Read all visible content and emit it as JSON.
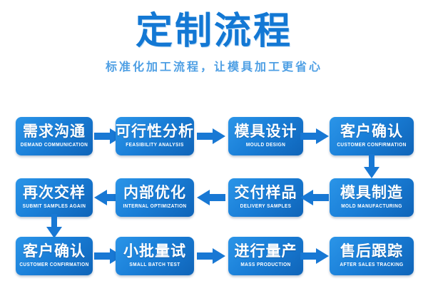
{
  "header": {
    "title": "定制流程",
    "subtitle": "标准化加工流程，让模具加工更省心"
  },
  "colors": {
    "title_blue": "#1378d4",
    "subtitle_blue": "#4e9fe4",
    "box_gradient_start": "#2b95e8",
    "box_gradient_end": "#0f64b8",
    "arrow_blue": "#1878d4",
    "background": "#ffffff"
  },
  "flow": {
    "row1": [
      {
        "cn": "需求沟通",
        "en": "DEMAND COMMUNICATION"
      },
      {
        "cn": "可行性分析",
        "en": "FEASIBILITY ANALYSIS"
      },
      {
        "cn": "模具设计",
        "en": "MOULD DESIGN"
      },
      {
        "cn": "客户确认",
        "en": "CUSTOMER CONFIRMATION"
      }
    ],
    "row2": [
      {
        "cn": "再次交样",
        "en": "SUBMIT SAMPLES AGAIN"
      },
      {
        "cn": "内部优化",
        "en": "INTERNAL OPTIMIZATION"
      },
      {
        "cn": "交付样品",
        "en": "DELIVERY SAMPLES"
      },
      {
        "cn": "模具制造",
        "en": "MOLD MANUFACTURING"
      }
    ],
    "row3": [
      {
        "cn": "客户确认",
        "en": "CUSTOMER CONFIRMATION"
      },
      {
        "cn": "小批量试",
        "en": "SMALL BATCH TEST"
      },
      {
        "cn": "进行量产",
        "en": "MASS PRODUCTION"
      },
      {
        "cn": "售后跟踪",
        "en": "AFTER SALES TRACKING"
      }
    ]
  },
  "connectors": {
    "row1_arrows": [
      "arrow-right-icon",
      "arrow-right-icon",
      "arrow-right-icon"
    ],
    "row2_arrows": [
      "arrow-left-icon",
      "arrow-left-icon",
      "arrow-left-icon"
    ],
    "row3_arrows": [
      "arrow-right-icon",
      "arrow-right-icon",
      "arrow-right-icon"
    ],
    "row1_to_row2": "arrow-down-icon",
    "row2_to_row3": "arrow-down-icon"
  }
}
